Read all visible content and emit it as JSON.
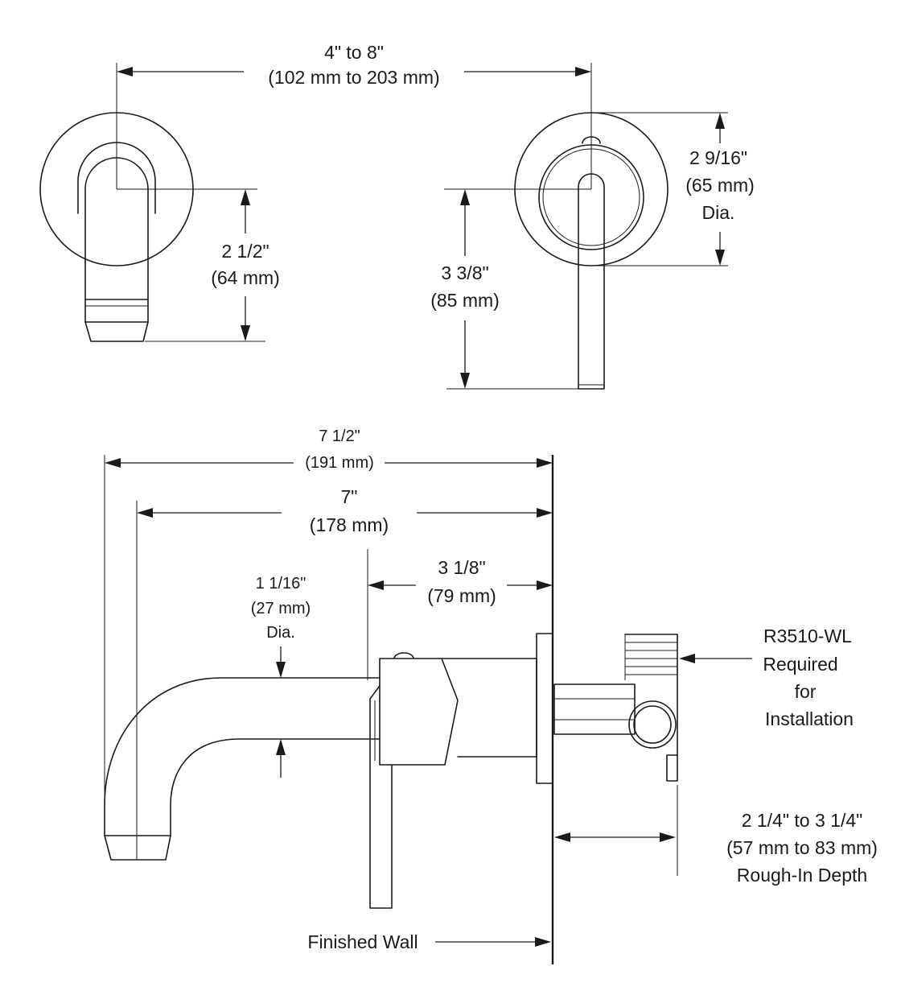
{
  "top_width": {
    "line1": "4\" to 8\"",
    "line2": "(102 mm to 203 mm)"
  },
  "spout_height": {
    "line1": "2 1/2\"",
    "line2": "(64 mm)"
  },
  "handle_height": {
    "line1": "3 3/8\"",
    "line2": "(85 mm)"
  },
  "escutcheon_dia": {
    "line1": "2 9/16\"",
    "line2": "(65 mm)",
    "line3": "Dia."
  },
  "overall_length": {
    "line1": "7 1/2\"",
    "line2": "(191 mm)"
  },
  "spout_reach": {
    "line1": "7\"",
    "line2": "(178 mm)"
  },
  "body_depth": {
    "line1": "3 1/8\"",
    "line2": "(79 mm)"
  },
  "spout_dia": {
    "line1": "1 1/16\"",
    "line2": "(27 mm)",
    "line3": "Dia."
  },
  "valve_note": {
    "line1": "R3510-WL",
    "line2": "Required",
    "line3": "for",
    "line4": "Installation"
  },
  "rough_in": {
    "line1": "2 1/4\" to 3 1/4\"",
    "line2": "(57 mm to 83 mm)",
    "line3": "Rough-In Depth"
  },
  "wall_label": "Finished Wall"
}
